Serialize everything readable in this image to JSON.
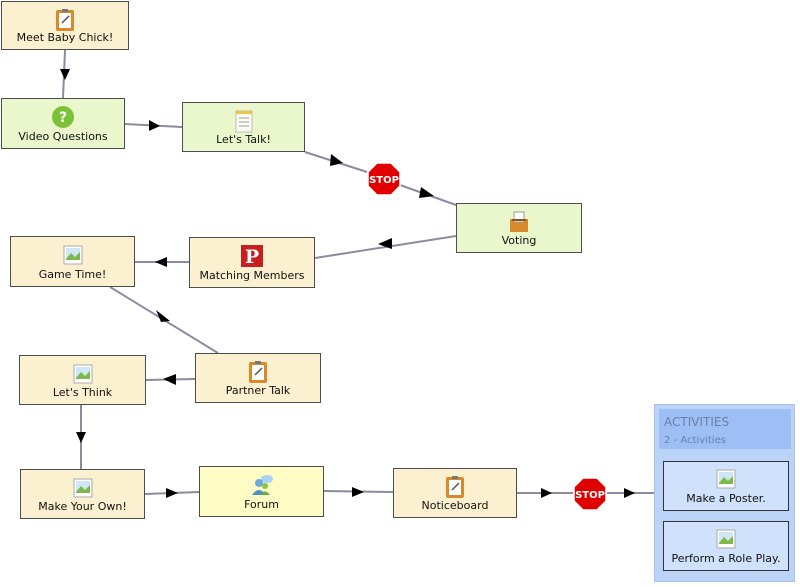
{
  "nodes": {
    "meet_baby_chick": "Meet Baby Chick!",
    "video_questions": "Video Questions",
    "lets_talk": "Let's Talk!",
    "voting": "Voting",
    "matching_members": "Matching Members",
    "game_time": "Game Time!",
    "partner_talk": "Partner Talk",
    "lets_think": "Let's Think",
    "make_your_own": "Make Your Own!",
    "forum": "Forum",
    "noticeboard": "Noticeboard"
  },
  "stops": {
    "label": "STOP"
  },
  "group": {
    "title": "ACTIVITIES",
    "subtitle": "2 - Activities",
    "items": [
      "Make a Poster.",
      "Perform a Role Play."
    ]
  },
  "colors": {
    "tan": "#fbf0cf",
    "green": "#eaf7cc",
    "yellow": "#fdfcc4",
    "connector": "#8a8aa3",
    "stop_red": "#e00000",
    "group_bg": "#bcd3f8"
  },
  "icons": {
    "meet_baby_chick": "clipboard-icon",
    "video_questions": "question-icon",
    "lets_talk": "notepad-icon",
    "voting": "ballot-box-icon",
    "matching_members": "p-letter-icon",
    "game_time": "image-icon",
    "partner_talk": "clipboard-icon",
    "lets_think": "image-icon",
    "make_your_own": "image-icon",
    "forum": "people-chat-icon",
    "noticeboard": "clipboard-icon"
  }
}
